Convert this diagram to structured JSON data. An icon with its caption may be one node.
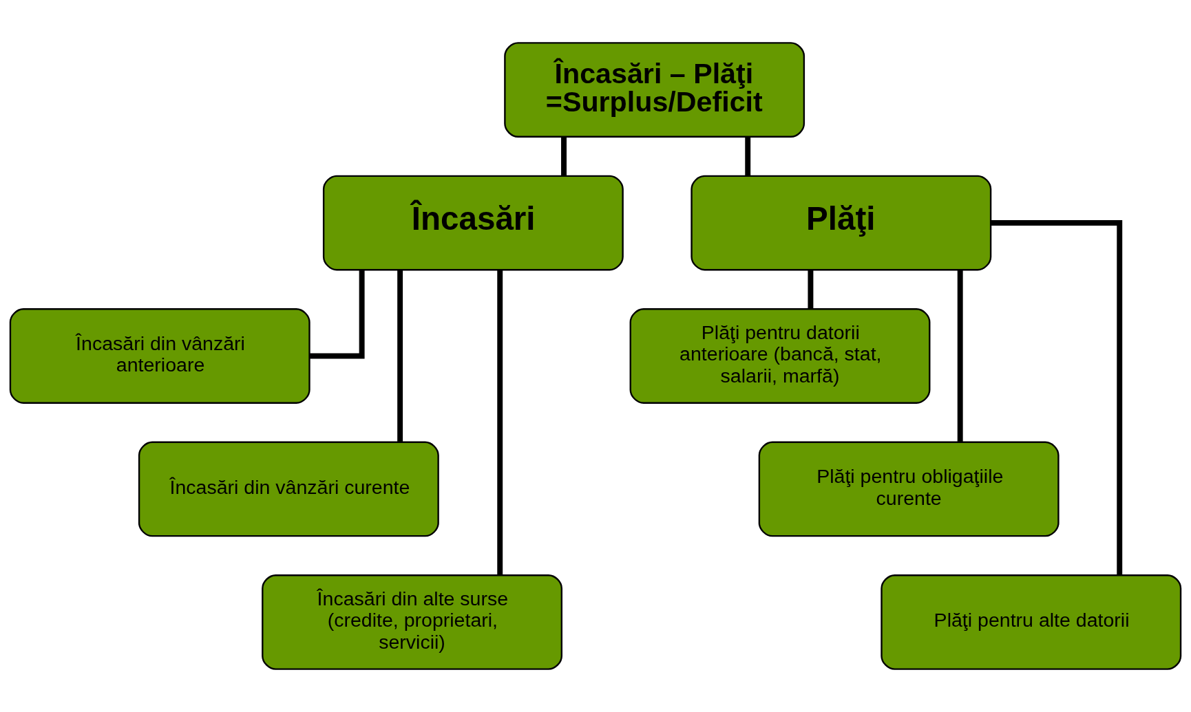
{
  "diagram": {
    "nodes": [
      {
        "text": [
          "Încasări – Plăţi =Surplus/Deficit"
        ]
      },
      {
        "text": [
          "Încasări"
        ]
      },
      {
        "text": [
          "Plăţi"
        ]
      },
      {
        "text": [
          "Încasări din vânzări anterioare"
        ]
      },
      {
        "text": [
          "Încasări din vânzări curente"
        ]
      },
      {
        "text": [
          "Încasări din alte surse (credite, proprietari, servicii)"
        ]
      },
      {
        "text": [
          "Plăţi pentru datorii anterioare (bancă, stat, salarii, marfă)"
        ]
      },
      {
        "text": [
          "Plăţi pentru obligaţiile curente"
        ]
      },
      {
        "text": [
          "Plăţi pentru alte datorii"
        ]
      }
    ],
    "edges": [
      {
        "from": 0,
        "to": 1,
        "arrow": "none"
      },
      {
        "from": 0,
        "to": 2,
        "arrow": "none"
      },
      {
        "from": 1,
        "to": 3,
        "arrow": "none"
      },
      {
        "from": 1,
        "to": 4,
        "arrow": "none"
      },
      {
        "from": 1,
        "to": 5,
        "arrow": "none"
      },
      {
        "from": 2,
        "to": 6,
        "arrow": "none"
      },
      {
        "from": 2,
        "to": 7,
        "arrow": "none"
      },
      {
        "from": 2,
        "to": 8,
        "arrow": "none"
      }
    ]
  }
}
